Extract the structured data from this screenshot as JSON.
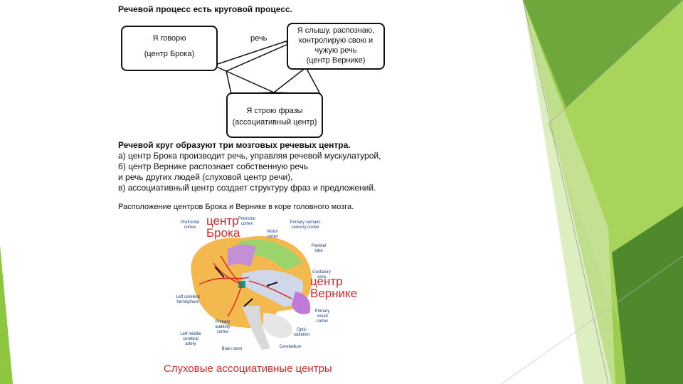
{
  "title": "Речевой процесс есть круговой процесс.",
  "diagram": {
    "box_left": {
      "line1": "Я говорю",
      "line2": "(центр Брока)"
    },
    "arrow_label": "речь",
    "box_right": {
      "line1": "Я слышу, распознаю,",
      "line2": "контролирую свою и",
      "line3": "чужую речь",
      "line4": "(центр Вернике)"
    },
    "box_bottom": {
      "line1": "Я строю фразы",
      "line2": "(ассоциативный центр)"
    }
  },
  "paragraph": {
    "heading": "Речевой круг образуют три мозговых речевых центра.",
    "line_a": "а) центр Брока производит речь, управляя речевой мускулатурой,",
    "line_b1": "б) центр Вернике распознает собственную речь",
    "line_b2": "и речь других людей (слуховой центр речи),",
    "line_c": "в) ассоциативный центр создает структуру фраз и предложений."
  },
  "caption": "Расположение центров Брока и Вернике в коре головного мозга.",
  "brain_labels": {
    "broca_1": "центр",
    "broca_2": "Брока",
    "wernicke_1": "центр",
    "wernicke_2": "Вернике",
    "prefrontal": "Prefrontal cortex",
    "premotor": "Premotor cortex",
    "motor": "Motor cortex",
    "somatic": "Primary somatic sensory cortex",
    "parietal": "Parietal lobe",
    "gustatory": "Gustatory area",
    "left_hemisphere": "Left cerebral hemisphere",
    "left_artery": "Left middle cerebral artery",
    "auditory": "Primary auditory cortex",
    "brainstem": "Brain stem",
    "cerebellum": "Cerebellum",
    "optic": "Optic radiation",
    "visual": "Primary visual cortex"
  },
  "bottom_caption": "Слуховые ассоциативные центры",
  "colors": {
    "green_light": "#8dc63f",
    "green_dark": "#4e8a2c",
    "red": "#d12a2a"
  }
}
